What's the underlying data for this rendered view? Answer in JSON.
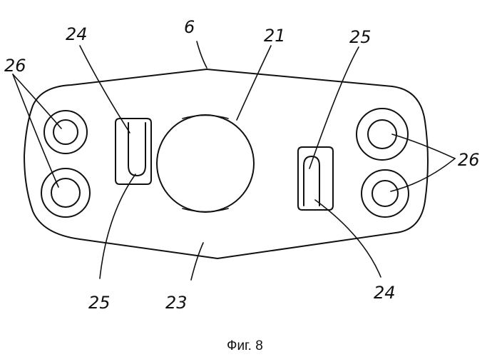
{
  "figure": {
    "caption": "Фиг. 8",
    "callouts": {
      "part_6": "6",
      "part_21": "21",
      "part_23": "23",
      "part_24_left": "24",
      "part_24_right": "24",
      "part_25_left": "25",
      "part_25_right": "25",
      "part_26_left": "26",
      "part_26_right": "26"
    }
  }
}
